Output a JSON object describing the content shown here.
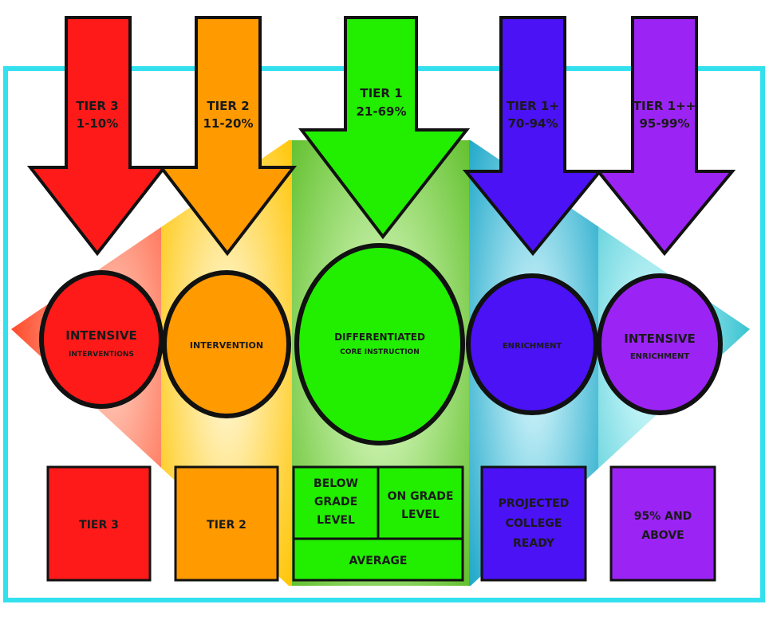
{
  "tiers": [
    {
      "arrow_title": "TIER 3",
      "arrow_range": "1-10%",
      "circle_title": "INTENSIVE",
      "circle_sub": "INTERVENTIONS",
      "box_label_1": "TIER 3",
      "box_label_2": "",
      "box_label_3": "",
      "color": "#ff1a1a"
    },
    {
      "arrow_title": "TIER 2",
      "arrow_range": "11-20%",
      "circle_title": "INTERVENTION",
      "circle_sub": "",
      "box_label_1": "TIER 2",
      "box_label_2": "",
      "box_label_3": "",
      "color": "#ff9a00"
    },
    {
      "arrow_title": "TIER 1",
      "arrow_range": "21-69%",
      "circle_title": "DIFFERENTIATED",
      "circle_sub": "CORE INSTRUCTION",
      "box_label_1": "",
      "box_label_2": "",
      "box_label_3": "",
      "color": "#22ee00"
    },
    {
      "arrow_title": "TIER 1+",
      "arrow_range": "70-94%",
      "circle_title": "ENRICHMENT",
      "circle_sub": "",
      "box_label_1": "PROJECTED",
      "box_label_2": "COLLEGE",
      "box_label_3": "READY",
      "color": "#4a12f5"
    },
    {
      "arrow_title": "TIER 1++",
      "arrow_range": "95-99%",
      "circle_title": "INTENSIVE",
      "circle_sub": "ENRICHMENT",
      "box_label_1": "95% AND",
      "box_label_2": "ABOVE",
      "box_label_3": "",
      "color": "#9b24f5"
    }
  ],
  "tier1_grid": {
    "below_1": "BELOW",
    "below_2": "GRADE",
    "below_3": "LEVEL",
    "on_1": "ON GRADE",
    "on_2": "LEVEL",
    "average": "AVERAGE"
  },
  "colors": {
    "frame": "#33e0ee",
    "outline": "#111111",
    "band_yellow": "#ffc400",
    "band_green": "#7cd332",
    "band_teal": "#1ab8c8"
  }
}
